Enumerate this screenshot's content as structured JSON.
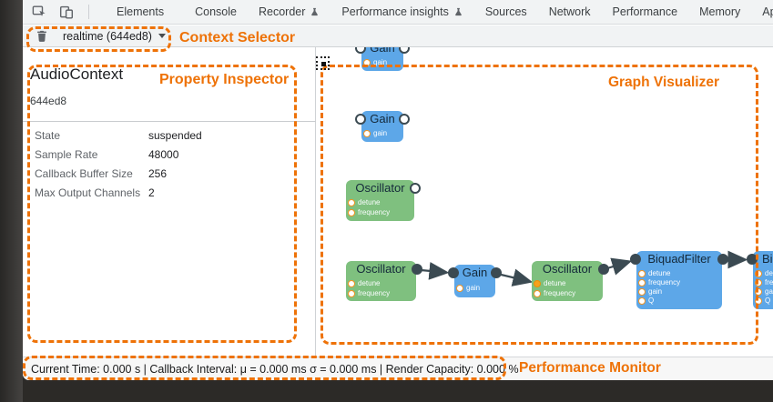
{
  "toolbar": {
    "tabs": [
      {
        "label": "Elements"
      },
      {
        "label": "Console"
      },
      {
        "label": "Recorder",
        "flask": true
      },
      {
        "label": "Performance insights",
        "flask": true
      },
      {
        "label": "Sources"
      },
      {
        "label": "Network"
      },
      {
        "label": "Performance"
      },
      {
        "label": "Memory"
      },
      {
        "label": "Application"
      }
    ]
  },
  "context_selector": {
    "value": "realtime (644ed8)"
  },
  "annotations": {
    "context_selector": "Context Selector",
    "property_inspector": "Property Inspector",
    "graph_visualizer": "Graph Visualizer",
    "performance_monitor": "Performance Monitor"
  },
  "inspector": {
    "title": "AudioContext",
    "context_id": "644ed8",
    "properties": [
      {
        "label": "State",
        "value": "suspended"
      },
      {
        "label": "Sample Rate",
        "value": "48000"
      },
      {
        "label": "Callback Buffer Size",
        "value": "256"
      },
      {
        "label": "Max Output Channels",
        "value": "2"
      }
    ]
  },
  "graph": {
    "nodes": [
      {
        "id": "gain-top",
        "title": "Gain",
        "params": [
          "gain"
        ]
      },
      {
        "id": "gain-mid",
        "title": "Gain",
        "params": [
          "gain"
        ]
      },
      {
        "id": "oscillator-top",
        "title": "Oscillator",
        "params": [
          "detune",
          "frequency"
        ]
      },
      {
        "id": "oscillator-a",
        "title": "Oscillator",
        "params": [
          "detune",
          "frequency"
        ]
      },
      {
        "id": "gain-b",
        "title": "Gain",
        "params": [
          "gain"
        ]
      },
      {
        "id": "oscillator-c",
        "title": "Oscillator",
        "params": [
          "detune",
          "frequency"
        ]
      },
      {
        "id": "biquadfilter-a",
        "title": "BiquadFilter",
        "params": [
          "detune",
          "frequency",
          "gain",
          "Q"
        ]
      },
      {
        "id": "biquadfilter-b",
        "title": "BiquadFilter",
        "params": [
          "detune",
          "frequency",
          "gain",
          "Q"
        ]
      }
    ],
    "edges": [
      {
        "from": "oscillator-a.output",
        "to": "gain-b.input"
      },
      {
        "from": "gain-b.output",
        "to": "oscillator-c.detune"
      },
      {
        "from": "oscillator-c.output",
        "to": "biquadfilter-a.input"
      },
      {
        "from": "biquadfilter-a.output",
        "to": "biquadfilter-b.input"
      }
    ]
  },
  "status": {
    "text": "Current Time: 0.000 s | Callback Interval: μ = 0.000 ms σ = 0.000 ms | Render Capacity: 0.000 %"
  },
  "colors": {
    "annotation_orange": "#ee7207",
    "node_blue": "#5da7e8",
    "node_green": "#7fc07f",
    "port_dark": "#3b4a52",
    "param_orange": "#f29423"
  }
}
